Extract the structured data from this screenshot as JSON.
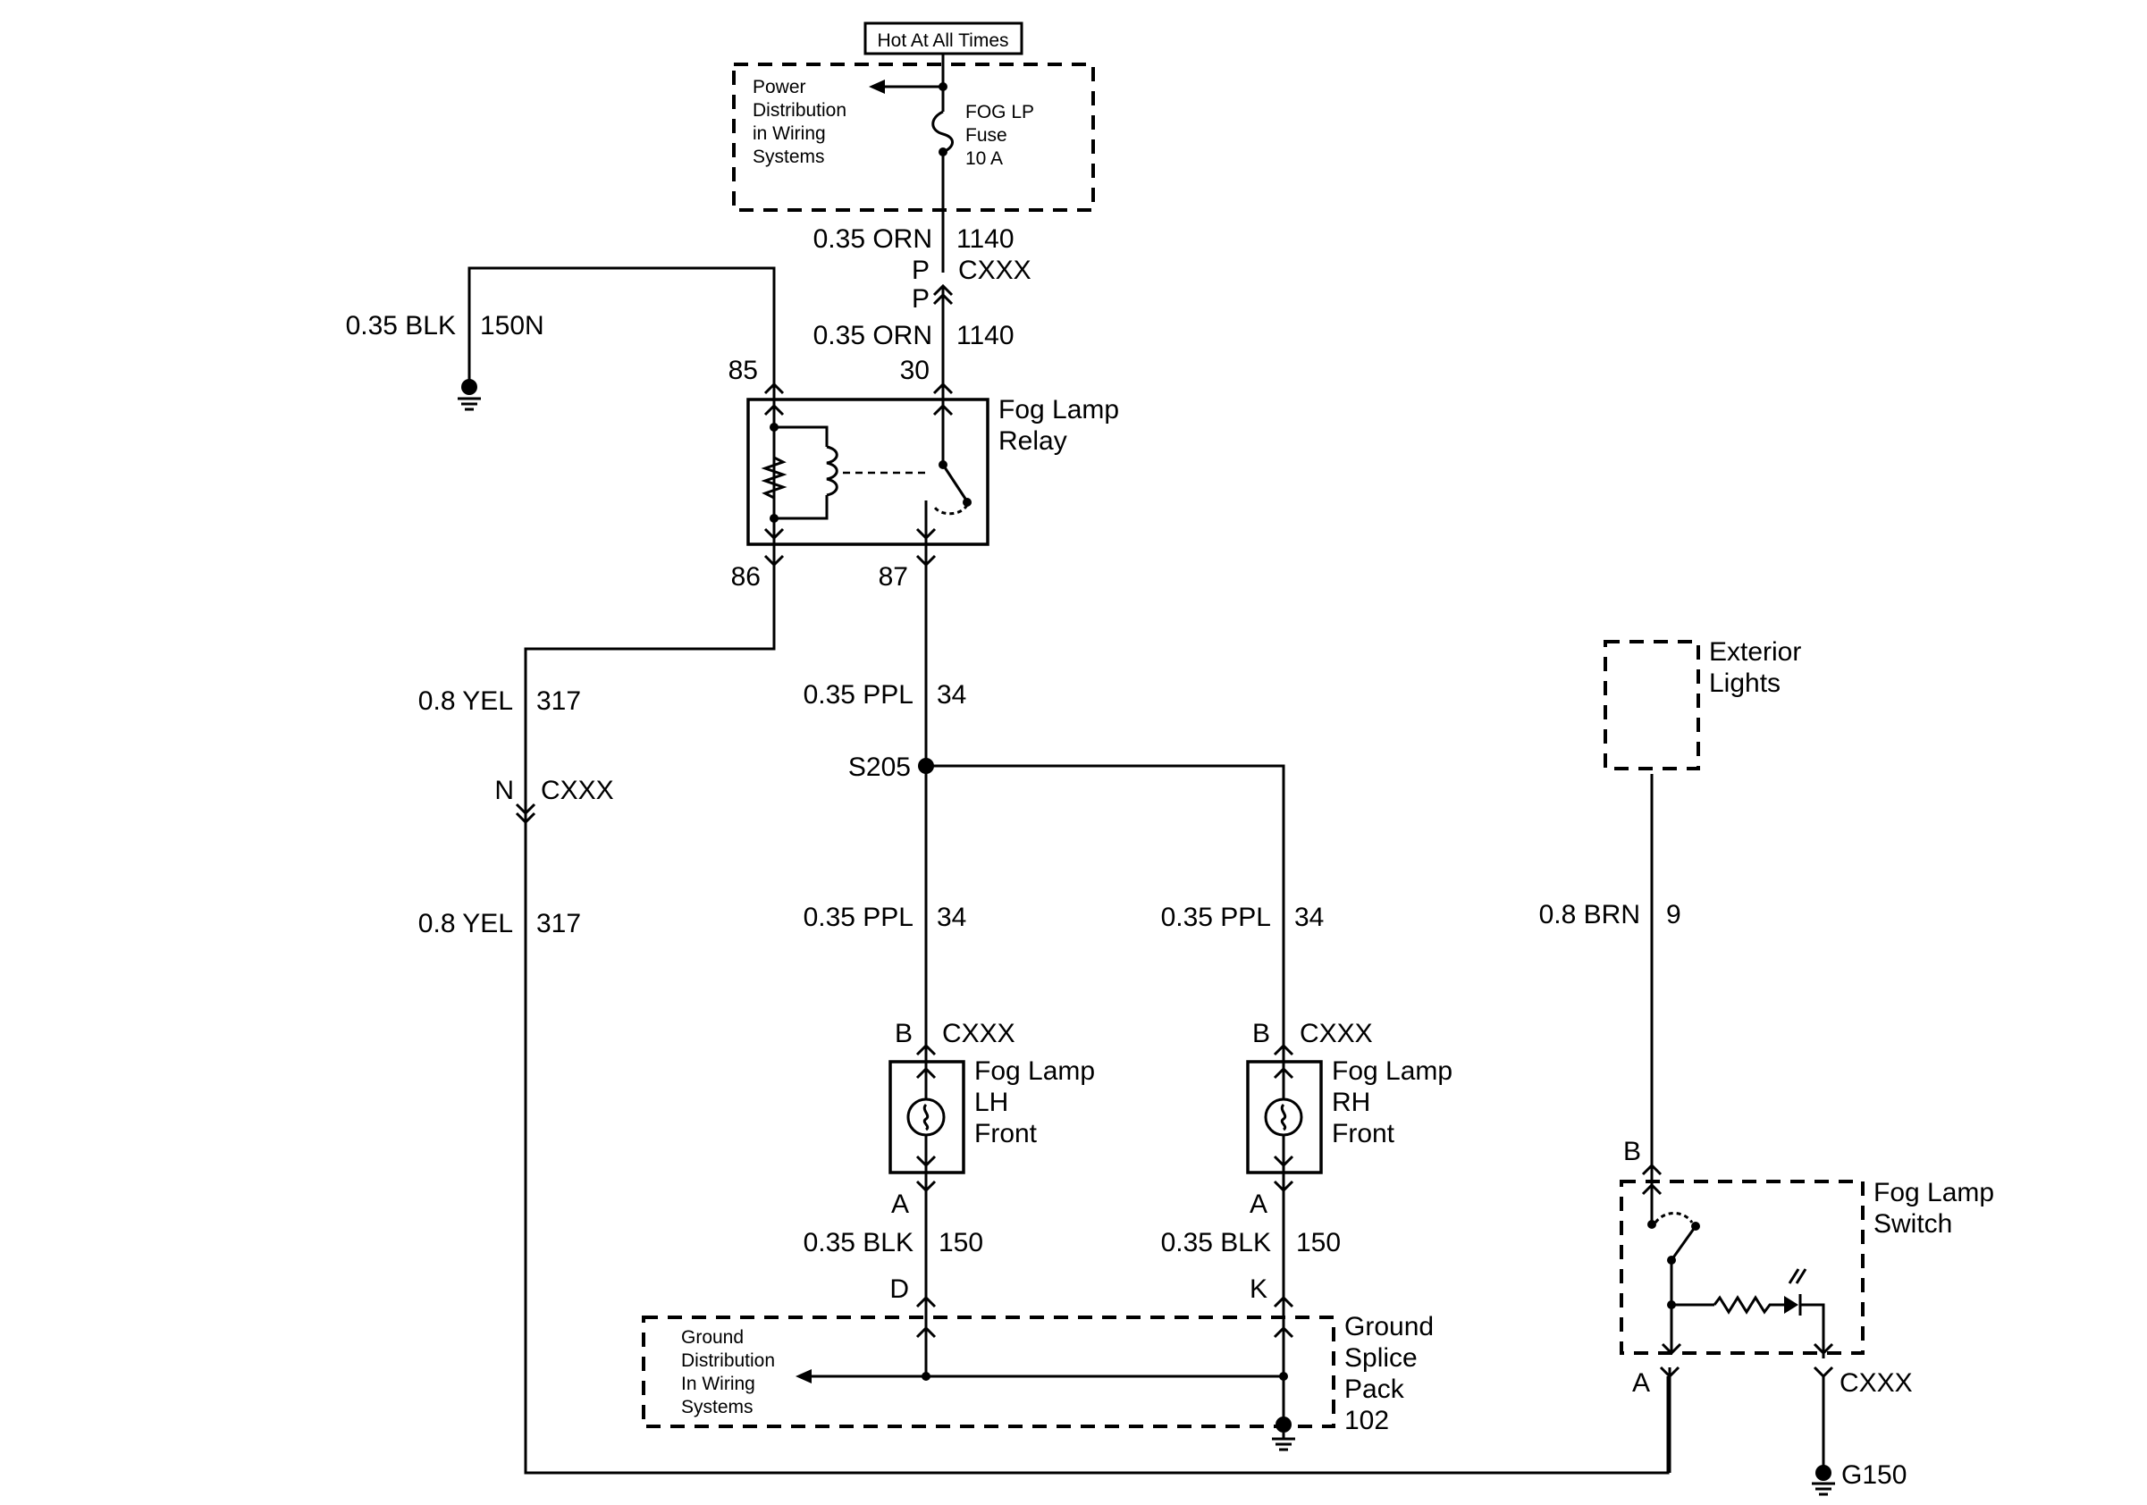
{
  "power": {
    "hot_label": "Hot At All Times",
    "box_label": [
      "Power",
      "Distribution",
      "in Wiring",
      "Systems"
    ],
    "fuse_label": [
      "FOG LP",
      "Fuse",
      "10 A"
    ]
  },
  "top_wire": {
    "gauge1": "0.35 ORN",
    "circuit1": "1140",
    "pin_top": "P",
    "pin_bot": "P",
    "connector": "CXXX",
    "gauge2": "0.35 ORN",
    "circuit2": "1140"
  },
  "ground_wire": {
    "gauge": "0.35 BLK",
    "circuit": "150N"
  },
  "relay": {
    "name": [
      "Fog Lamp",
      "Relay"
    ],
    "pin85": "85",
    "pin30": "30",
    "pin86": "86",
    "pin87": "87"
  },
  "wire_yel": {
    "gauge": "0.8 YEL",
    "circuit": "317",
    "pin": "N",
    "connector": "CXXX",
    "gauge2": "0.8 YEL",
    "circuit2": "317"
  },
  "wire_ppl_top": {
    "gauge": "0.35 PPL",
    "circuit": "34"
  },
  "splice": "S205",
  "wire_ppl_lh": {
    "gauge": "0.35 PPL",
    "circuit": "34"
  },
  "wire_ppl_rh": {
    "gauge": "0.35 PPL",
    "circuit": "34"
  },
  "lamp_lh": {
    "pin_b": "B",
    "connector": "CXXX",
    "name": [
      "Fog Lamp",
      "LH",
      "Front"
    ],
    "pin_a": "A",
    "gauge": "0.35 BLK",
    "circuit": "150",
    "splice_pin": "D"
  },
  "lamp_rh": {
    "pin_b": "B",
    "connector": "CXXX",
    "name": [
      "Fog Lamp",
      "RH",
      "Front"
    ],
    "pin_a": "A",
    "gauge": "0.35 BLK",
    "circuit": "150",
    "splice_pin": "K"
  },
  "ground_splice": {
    "box_label": [
      "Ground",
      "Distribution",
      "In Wiring",
      "Systems"
    ],
    "name": [
      "Ground",
      "Splice",
      "Pack",
      "102"
    ]
  },
  "exterior": {
    "name": [
      "Exterior",
      "Lights"
    ]
  },
  "wire_brn": {
    "gauge": "0.8 BRN",
    "circuit": "9"
  },
  "switch": {
    "pin_b": "B",
    "name": [
      "Fog Lamp",
      "Switch"
    ],
    "pin_a": "A",
    "connector": "CXXX",
    "ground": "G150"
  },
  "colors": {
    "line": "#000000",
    "background": "#ffffff"
  }
}
